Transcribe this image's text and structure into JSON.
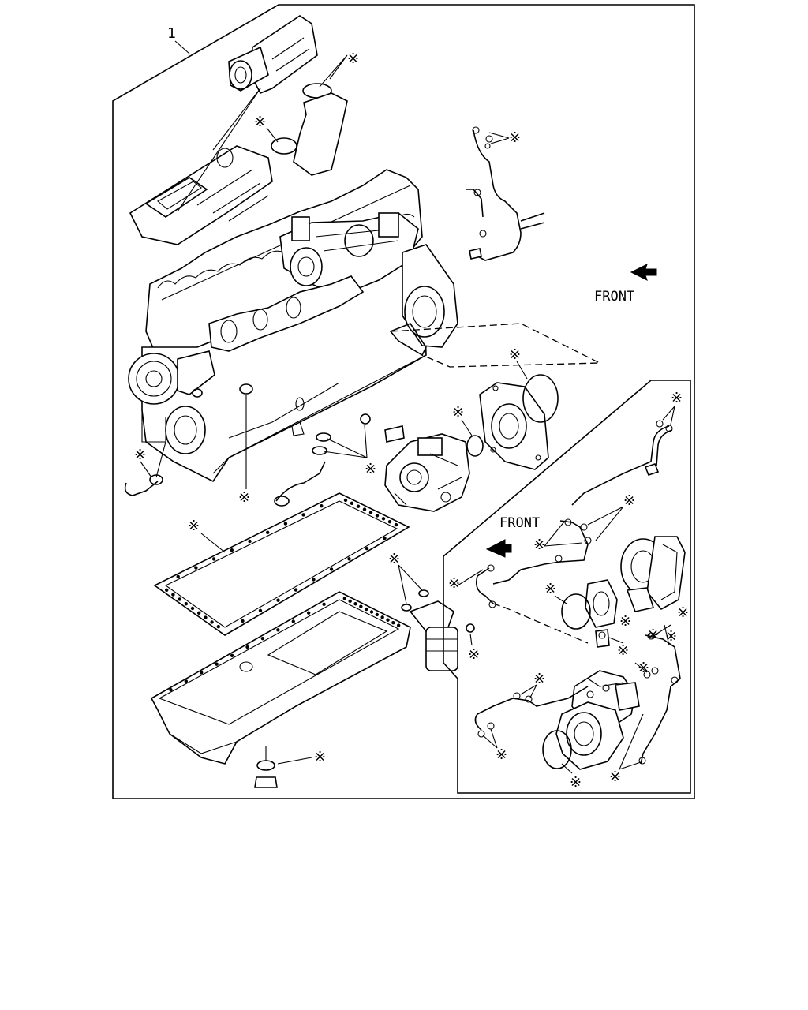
{
  "diagram": {
    "item_number": "1",
    "front_label_main": "FRONT",
    "front_label_inset": "FRONT",
    "service_mark": "※"
  }
}
